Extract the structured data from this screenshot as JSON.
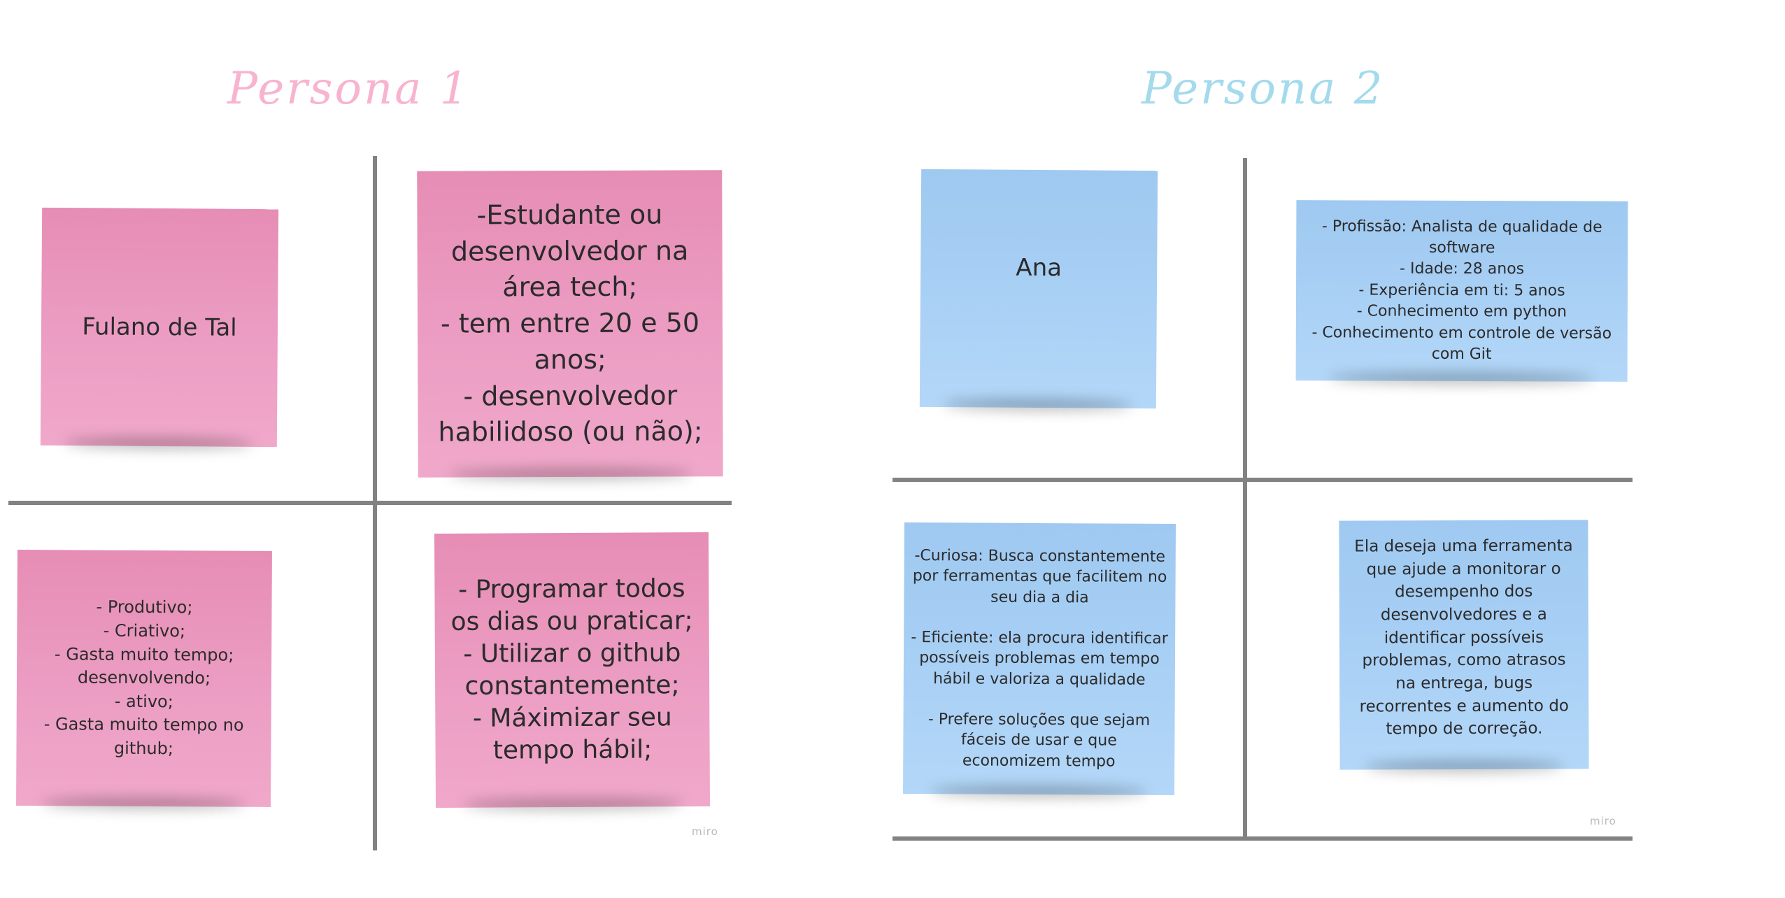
{
  "persona1": {
    "title": "Persona 1",
    "accent_color": "#f7b3cf",
    "sticky_color": "#ec9dc3",
    "notes": {
      "name": "Fulano de Tal",
      "profile": "-Estudante ou\ndesenvolvedor na\nárea tech;\n- tem entre 20 e 50\nanos;\n- desenvolvedor\nhabilidoso (ou não);",
      "traits": "- Produtivo;\n- Criativo;\n- Gasta muito tempo;\ndesenvolvendo;\n- ativo;\n- Gasta muito tempo no\ngithub;",
      "goals": "- Programar todos\nos dias ou praticar;\n- Utilizar o github\nconstantemente;\n- Máximizar seu\ntempo hábil;"
    }
  },
  "persona2": {
    "title": "Persona 2",
    "accent_color": "#a3daec",
    "sticky_color": "#a9d0f5",
    "notes": {
      "name": "Ana",
      "profile": "- Profissão: Analista de qualidade de\nsoftware\n- Idade: 28 anos\n- Experiência em ti: 5 anos\n- Conhecimento em python\n- Conhecimento em controle de versão\ncom Git",
      "traits": "-Curiosa: Busca constantemente\npor ferramentas que facilitem no\nseu dia a dia\n\n- Eficiente: ela procura identificar\npossíveis problemas em tempo\nhábil e valoriza a qualidade\n\n- Prefere soluções que sejam\nfáceis de usar e que\neconomizem tempo",
      "goals": "Ela deseja uma ferramenta\nque ajude a monitorar o\ndesempenho dos\ndesenvolvedores e a\nidentificar possíveis\nproblemas, como atrasos\nna entrega, bugs\nrecorrentes e aumento do\ntempo de correção."
    }
  },
  "watermark": "miro"
}
